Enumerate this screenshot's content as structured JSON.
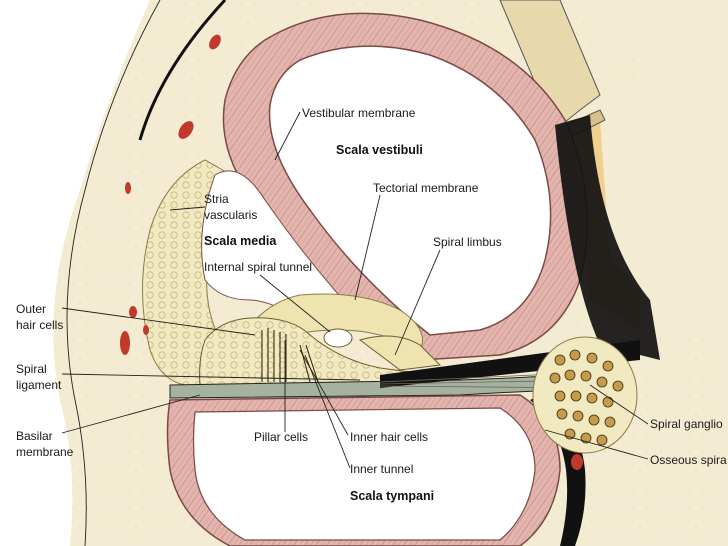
{
  "diagram": {
    "colors": {
      "bone": "#f4ecd2",
      "membrane": "#e3b5ae",
      "membrane_stroke": "#7a4a44",
      "tissue": "#f1e9bf",
      "periosteum": "#111111",
      "orange_band": "#f1cf8e",
      "vessel": "#c0392b"
    },
    "labels": {
      "vestibular_membrane": "Vestibular membrane",
      "scala_vestibuli": "Scala vestibuli",
      "tectorial_membrane": "Tectorial membrane",
      "stria_line1": "Stria",
      "stria_line2": "vascularis",
      "scala_media": "Scala media",
      "spiral_limbus": "Spiral limbus",
      "internal_spiral_tunnel": "Internal spiral tunnel",
      "outer_hair_line1": "Outer",
      "outer_hair_line2": "hair cells",
      "spiral_ligament_line1": "Spiral",
      "spiral_ligament_line2": "ligament",
      "basilar_line1": "Basilar",
      "basilar_line2": "membrane",
      "pillar_cells": "Pillar cells",
      "inner_hair_cells": "Inner hair cells",
      "inner_tunnel": "Inner tunnel",
      "scala_tympani": "Scala tympani",
      "spiral_ganglion": "Spiral ganglio",
      "osseous_spiral": "Osseous spira"
    }
  }
}
